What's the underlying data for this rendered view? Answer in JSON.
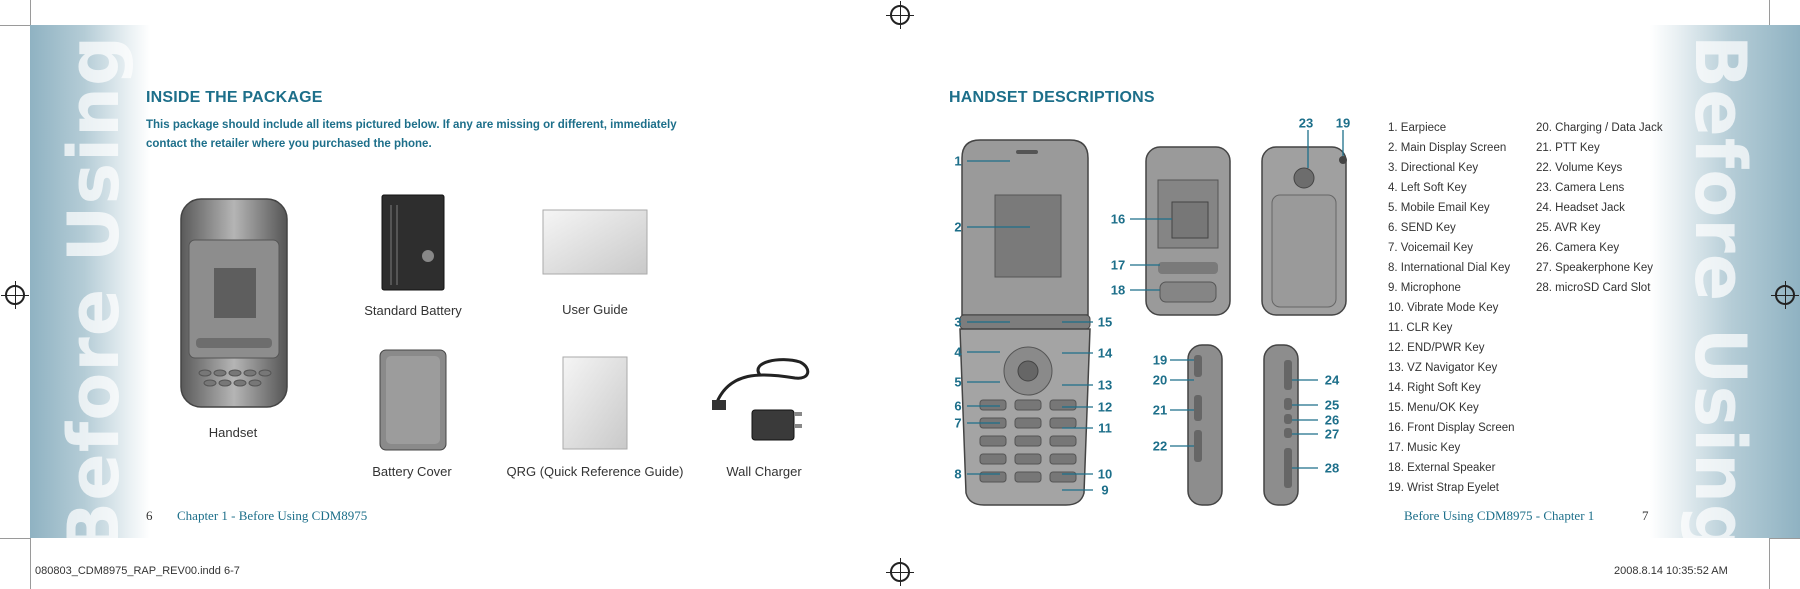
{
  "side_tab_left": "Before Using",
  "side_tab_right": "Before Using",
  "left_page": {
    "title": "INSIDE THE PACKAGE",
    "intro": "This package should include all items pictured below. If any are missing or different, immediately contact the retailer where you purchased the phone.",
    "items": {
      "handset": "Handset",
      "battery": "Standard Battery",
      "guide": "User Guide",
      "cover": "Battery Cover",
      "qrg": "QRG (Quick Reference Guide)",
      "charger": "Wall Charger"
    },
    "page_number": "6",
    "footer": "Chapter 1 - Before Using CDM8975"
  },
  "right_page": {
    "title": "HANDSET DESCRIPTIONS",
    "parts_col1": [
      "1.  Earpiece",
      "2.  Main Display Screen",
      "3.  Directional Key",
      "4.  Left Soft Key",
      "5.  Mobile Email Key",
      "6.  SEND Key",
      "7.  Voicemail Key",
      "8.  International Dial Key",
      "9.  Microphone",
      "10.  Vibrate Mode Key",
      "11.  CLR Key",
      "12.  END/PWR Key",
      "13.  VZ Navigator Key",
      "14.  Right Soft Key",
      "15.  Menu/OK Key",
      "16.  Front Display Screen",
      "17.  Music Key",
      "18.  External Speaker",
      "19.  Wrist Strap Eyelet"
    ],
    "parts_col2": [
      "20.  Charging / Data Jack",
      "21.  PTT Key",
      "22.  Volume Keys",
      "23.  Camera Lens",
      "24.  Headset Jack",
      "25.  AVR Key",
      "26.  Camera Key",
      "27.  Speakerphone Key",
      "28.  microSD Card Slot"
    ],
    "page_number": "7",
    "footer": "Before Using CDM8975 - Chapter 1"
  },
  "callouts": {
    "n1": "1",
    "n2": "2",
    "n3": "3",
    "n4": "4",
    "n5": "5",
    "n6": "6",
    "n7": "7",
    "n8": "8",
    "n9": "9",
    "n10": "10",
    "n11": "11",
    "n12": "12",
    "n13": "13",
    "n14": "14",
    "n15": "15",
    "n16": "16",
    "n17": "17",
    "n18": "18",
    "n19a": "19",
    "n19b": "19",
    "n20": "20",
    "n21": "21",
    "n22": "22",
    "n23": "23",
    "n24": "24",
    "n25": "25",
    "n26": "26",
    "n27": "27",
    "n28": "28"
  },
  "slug": {
    "file": "080803_CDM8975_RAP_REV00.indd   6-7",
    "stamp": "2008.8.14   10:35:52 AM"
  },
  "colors": {
    "accent": "#1d6f8a",
    "tab": "#9db9c7"
  }
}
